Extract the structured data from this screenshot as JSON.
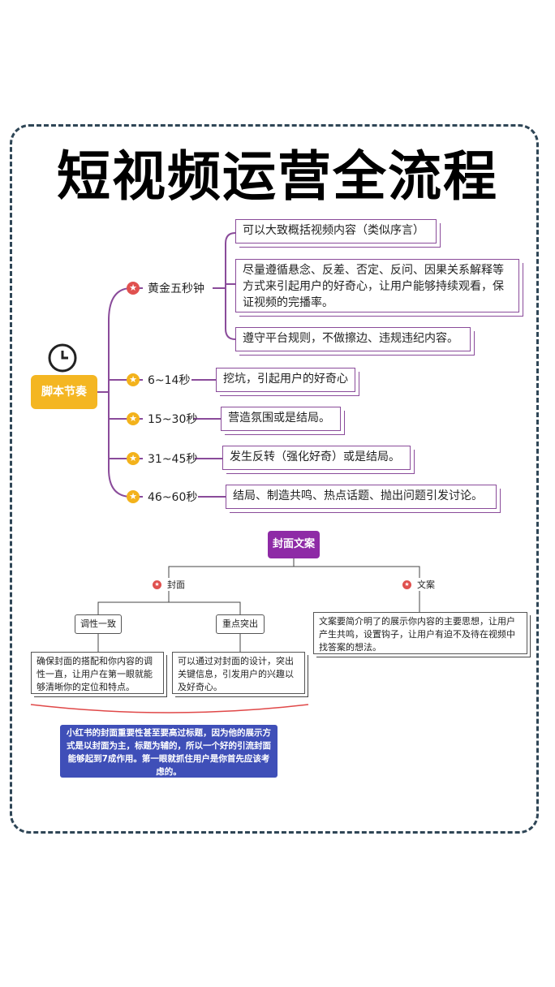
{
  "title": "短视频运营全流程",
  "script_rhythm": {
    "root": "脚本节奏",
    "branches": [
      {
        "label": "黄金五秒钟",
        "notes": [
          "可以大致概括视频内容（类似序言）",
          "尽量遵循悬念、反差、否定、反问、因果关系解释等方式来引起用户的好奇心，让用户能够持续观看，保证视频的完播率。",
          "遵守平台规则，不做擦边、违规违纪内容。"
        ]
      },
      {
        "label": "6~14秒",
        "notes": [
          "挖坑，引起用户的好奇心"
        ]
      },
      {
        "label": "15~30秒",
        "notes": [
          "营造氛围或是结局。"
        ]
      },
      {
        "label": "31~45秒",
        "notes": [
          "发生反转（强化好奇）或是结局。"
        ]
      },
      {
        "label": "46~60秒",
        "notes": [
          "结局、制造共鸣、热点话题、抛出问题引发讨论。"
        ]
      }
    ]
  },
  "cover_copy": {
    "root": "封面文案",
    "cover": {
      "label": "封面",
      "children": [
        {
          "label": "调性一致",
          "desc": "确保封面的搭配和你内容的调性一直，让用户在第一眼就能够清晰你的定位和特点。"
        },
        {
          "label": "重点突出",
          "desc": "可以通过对封面的设计，突出关键信息，引发用户的兴趣以及好奇心。"
        }
      ]
    },
    "copy": {
      "label": "文案",
      "desc": "文案要简介明了的展示你内容的主要思想，让用户产生共鸣，设置钩子，让用户有迫不及待在视频中找答案的想法。"
    },
    "note": "小红书的封面重要性甚至要高过标题，因为他的展示方式是以封面为主，标题为辅的，所以一个好的引流封面能够起到7成作用。第一眼就抓住用户是你首先应该考虑的。"
  },
  "colors": {
    "frame": "#2f4656",
    "root_yellow": "#f4b622",
    "purple": "#8a4b9a",
    "cover_root": "#8e2aa6",
    "note_blue": "#3f4fb8",
    "star_red": "#e0514f",
    "star_yellow": "#f3b21b"
  },
  "icons": [
    "clock-icon",
    "star-icon"
  ]
}
